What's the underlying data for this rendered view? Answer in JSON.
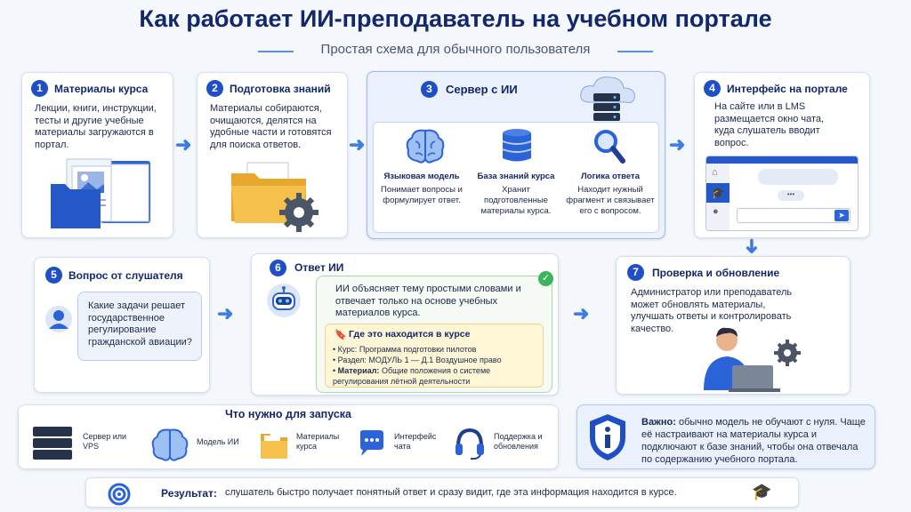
{
  "header": {
    "title": "Как работает ИИ-преподаватель на учебном портале",
    "subtitle": "Простая схема для обычного пользователя"
  },
  "steps": [
    {
      "num": "1",
      "title": "Материалы курса",
      "text": "Лекции, книги, инструкции, тесты и другие учебные материалы загружаются в портал."
    },
    {
      "num": "2",
      "title": "Подготовка знаний",
      "text": "Материалы собираются, очищаются, делятся на удобные части и готовятся для поиска ответов."
    },
    {
      "num": "3",
      "title": "Сервер с ИИ"
    },
    {
      "num": "4",
      "title": "Интерфейс на портале",
      "text": "На сайте или в LMS размещается окно чата, куда слушатель вводит вопрос."
    },
    {
      "num": "5",
      "title": "Вопрос от слушателя",
      "text": "Какие задачи решает государственное регулирование гражданской авиации?"
    },
    {
      "num": "6",
      "title": "Ответ ИИ",
      "text": "ИИ объясняет тему простыми словами и отвечает только на основе учебных материалов курса."
    },
    {
      "num": "7",
      "title": "Проверка и обновление",
      "text": "Администратор или преподаватель может обновлять материалы, улучшать ответы и контролировать качество."
    }
  ],
  "server_parts": [
    {
      "title": "Языковая модель",
      "text": "Понимает вопросы и формулирует ответ."
    },
    {
      "title": "База знаний курса",
      "text": "Хранит подготовленные материалы курса."
    },
    {
      "title": "Логика ответа",
      "text": "Находит нужный фрагмент и связывает его с вопросом."
    }
  ],
  "source": {
    "title": "Где это находится в курсе",
    "course_label": "Курс:",
    "course": "Программа подготовки пилотов",
    "section_label": "Раздел:",
    "section": "МОДУЛЬ 1 — Д.1 Воздушное право",
    "material_label": "Материал:",
    "material": "Общие положения о системе регулирования лётной деятельности"
  },
  "requirements": {
    "title": "Что нужно для запуска",
    "items": [
      {
        "label": "Сервер или VPS",
        "icon": "server-icon"
      },
      {
        "label": "Модель ИИ",
        "icon": "brain-icon"
      },
      {
        "label": "Материалы курса",
        "icon": "folder-icon"
      },
      {
        "label": "Интерфейс чата",
        "icon": "chat-icon"
      },
      {
        "label": "Поддержка и обновления",
        "icon": "headset-icon"
      }
    ]
  },
  "important": {
    "label": "Важно:",
    "text": "обычно модель не обучают с нуля. Чаще её настраивают на материалы курса и подключают к базе знаний, чтобы она отвечала по содержанию учебного портала."
  },
  "result": {
    "label": "Результат:",
    "text": "слушатель быстро получает понятный ответ и сразу видит, где эта информация находится в курсе."
  },
  "colors": {
    "accent": "#1f4fc8",
    "arrow": "#3d7be6",
    "green": "#3cb55a",
    "highlight": "#fff6d6",
    "title": "#13286b"
  }
}
